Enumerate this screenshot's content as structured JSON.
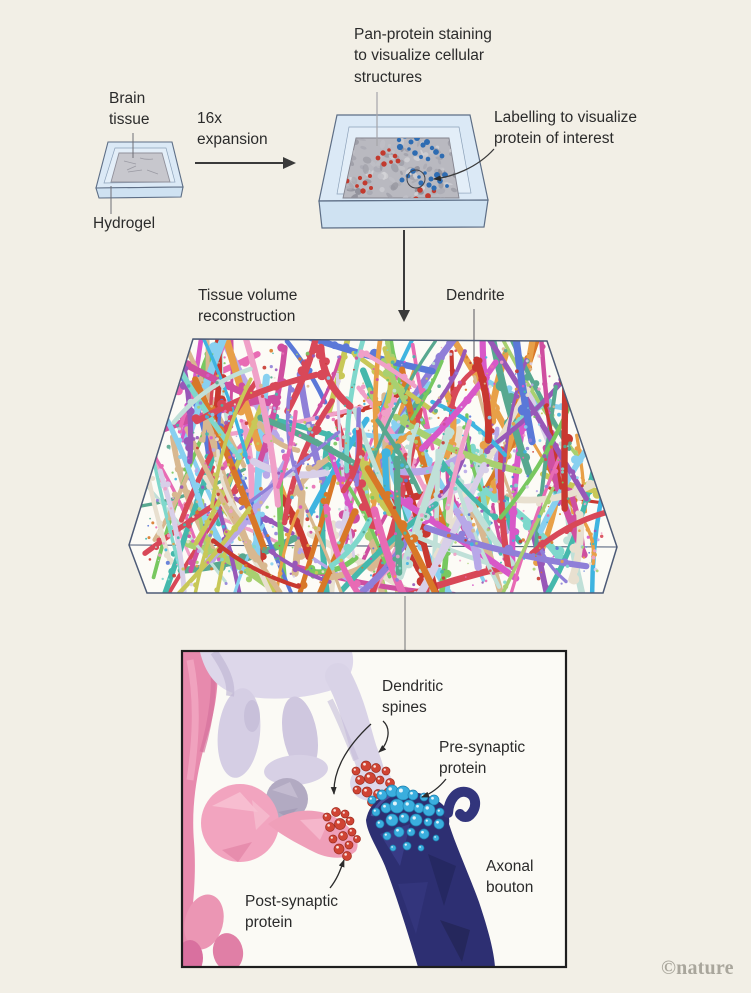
{
  "figure": {
    "labels": {
      "brain_tissue": "Brain\ntissue",
      "expansion": "16x\nexpansion",
      "hydrogel": "Hydrogel",
      "pan_protein": "Pan-protein staining\nto visualize cellular\nstructures",
      "labelling": "Labelling to visualize\nprotein of interest",
      "tissue_volume": "Tissue volume\nreconstruction",
      "dendrite": "Dendrite",
      "dendritic_spines": "Dendritic\nspines",
      "pre_synaptic": "Pre-synaptic\nprotein",
      "post_synaptic": "Post-synaptic\nprotein",
      "axonal_bouton": "Axonal\nbouton",
      "watermark": "©nature"
    },
    "colors": {
      "background": "#f2efe6",
      "text": "#2b2b2b",
      "arrow": "#3a3a3a",
      "leader": "#8f8f90",
      "dish_fill": "#dbe9f6",
      "dish_front": "#cfe2f2",
      "dish_stroke": "#5d6e86",
      "tissue_gray": "#c7c7cd",
      "stained_tissue": "#b9b9c0",
      "stain_red": "#c23a2e",
      "stain_blue": "#2e6cb2",
      "volume_stroke": "#4d5b77",
      "volume_fill": "#fcfbf6",
      "inset_border": "#1e1e1e",
      "inset_bg": "#fbfaf5",
      "pink_dendrite": "#f2a4bf",
      "lavender_dendrite": "#ddd7ea",
      "navy_bouton": "#2d2f72",
      "presynaptic_dot": "#3aaede",
      "postsynaptic_dot": "#d04434",
      "watermark": "#a9a69c"
    },
    "art": {
      "palette": [
        "#cf4fa0",
        "#e86bb4",
        "#f0a0c8",
        "#45b8ac",
        "#7fd8cc",
        "#3fb4e0",
        "#88d0f0",
        "#5a78d8",
        "#8f7fd8",
        "#b8a8e8",
        "#d8cfe8",
        "#78c860",
        "#a8d070",
        "#c8c858",
        "#e8a048",
        "#d8b890",
        "#d84858",
        "#c83830",
        "#d87828",
        "#9858b8",
        "#d858c8",
        "#e8e0d0",
        "#58a890",
        "#c0e0d8"
      ],
      "marble_grays": [
        "#8e8e98",
        "#9d9da6",
        "#c2c2c8",
        "#d4d4d8",
        "#ababb3"
      ]
    }
  }
}
